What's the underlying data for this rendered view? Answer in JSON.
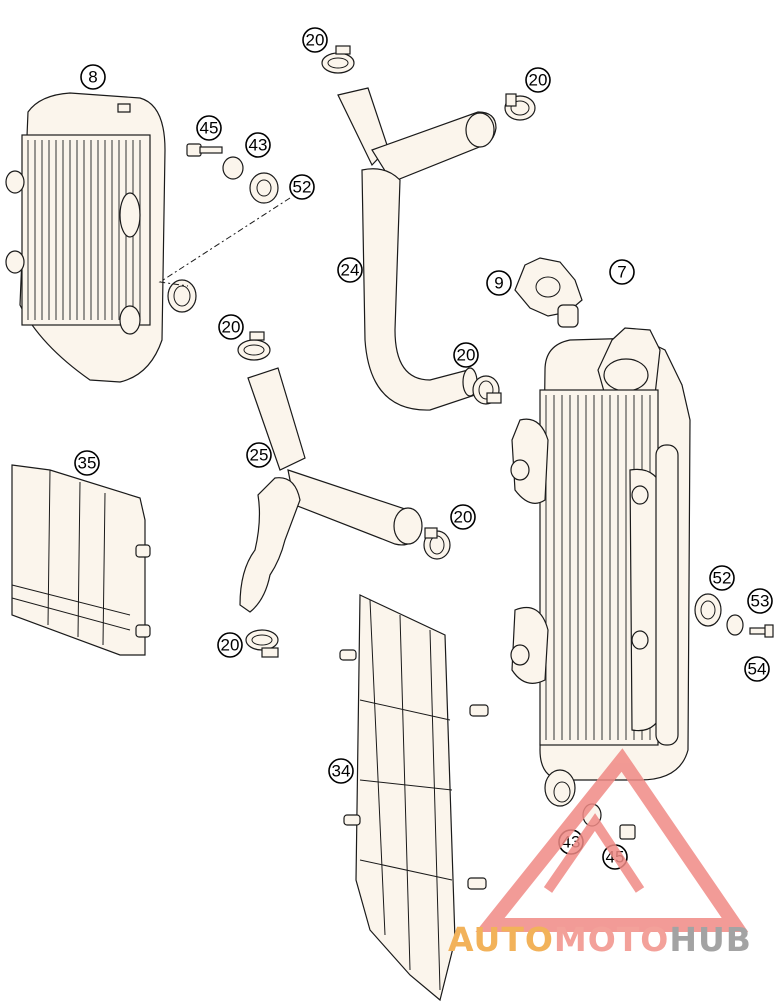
{
  "callouts": {
    "c8": "8",
    "c45a": "45",
    "c43a": "43",
    "c52a": "52",
    "c20a": "20",
    "c20b": "20",
    "c24": "24",
    "c9": "9",
    "c7": "7",
    "c20c": "20",
    "c35": "35",
    "c20d": "20",
    "c25": "25",
    "c20e": "20",
    "c20f": "20",
    "c52b": "52",
    "c53": "53",
    "c54": "54",
    "c34": "34",
    "c43b": "43",
    "c45b": "45"
  },
  "watermark": {
    "part1": "AUTO",
    "part2": "MOTO",
    "part3": "HUB",
    "colors": {
      "auto": "#f2b25a",
      "moto": "#f3a19a",
      "hub": "#a3a3a3",
      "triangle": "#f08a85"
    }
  }
}
